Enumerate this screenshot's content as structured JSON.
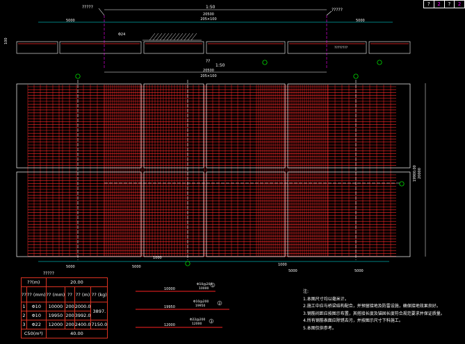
{
  "elevation": {
    "scale": "1:50",
    "left_label": "?????",
    "right_label": "?????",
    "total_length": "20500",
    "span_spec": "205×100",
    "left_offset": "5000",
    "right_offset": "5000",
    "height_label": "100",
    "callout": "Φ24",
    "right_note": "????????"
  },
  "plan": {
    "scale": "1:50",
    "title": "??",
    "total_length": "20500",
    "span_spec": "205×100",
    "right_dim_1": "19900.00",
    "right_dim_2": "20000",
    "left_top_dim": "5000",
    "left_bottom_dim": "5000",
    "center_dim": "1000",
    "right_center_dim": "1000",
    "right_bottom_dim_1": "5000",
    "right_bottom_dim_2": "5000"
  },
  "table": {
    "caption": "?????",
    "header_1": "??(m)",
    "header_1_value": "20.00",
    "col_headers": [
      "??",
      "??\n(mm)",
      "??\n(mm)",
      "??",
      "??\n(m)",
      "??\n(kg)"
    ],
    "rows": [
      [
        "1",
        "Φ10",
        "10000",
        "200",
        "2000.0",
        ""
      ],
      [
        "2",
        "Φ10",
        "19950",
        "200",
        "3992.0",
        "3897."
      ],
      [
        "3",
        "Φ22",
        "12000",
        "200",
        "2400.0",
        "7150.0"
      ]
    ],
    "footer_label": "C50(m³)",
    "footer_value": "40.00"
  },
  "bars": [
    {
      "dim": "10000",
      "label": "Φ10@200",
      "sub": "10000",
      "num": "1"
    },
    {
      "dim": "19950",
      "label": "Φ10@200",
      "sub": "19950",
      "num": "2"
    },
    {
      "dim": "12000",
      "label": "Φ22@200",
      "sub": "12000",
      "num": "3"
    }
  ],
  "notes": {
    "title": "注:",
    "lines": [
      "1.本图尺寸均以毫米计。",
      "2.施工中应与桥梁结构配合，并预留接地及防雷设施，确保接地效果良好。",
      "3.钢筋间距应按图示布置，其搭接长度及锚固长度符合规范要求并保证质量。",
      "4.所有钢筋表面应除锈去污，并按图示尺寸下料施工。",
      "5.本图仅供参考。"
    ]
  },
  "corner": [
    "?",
    "2",
    "?",
    "2"
  ],
  "colors": {
    "rebar": "#ff2a2a",
    "line": "#ffffff",
    "dim": "#00ffff",
    "callout": "#00ff00",
    "marker": "#ff00ff"
  }
}
